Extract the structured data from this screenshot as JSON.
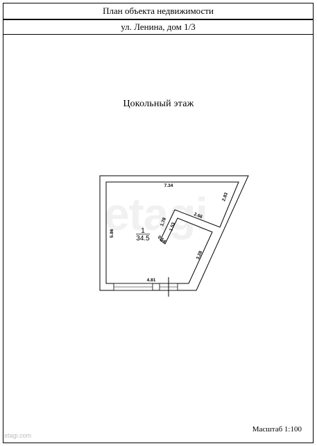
{
  "header": {
    "title": "План объекта недвижимости",
    "address": "ул. Ленина, дом 1/3"
  },
  "floor": {
    "title": "Цокольный этаж"
  },
  "room": {
    "number": "1",
    "area": "34.5"
  },
  "dimensions": {
    "top": "7.34",
    "right_upper": "2.83",
    "inner_horizontal": "2.66",
    "inner_vertical_left": "1.78",
    "inner_vertical_right": "1.53",
    "inner_short": "0.54",
    "right_lower": "3.28",
    "bottom": "4.81",
    "left": "5.86"
  },
  "scale": "Масштаб 1:100",
  "watermark": "etagi",
  "corner_logo": "etagi.com"
}
